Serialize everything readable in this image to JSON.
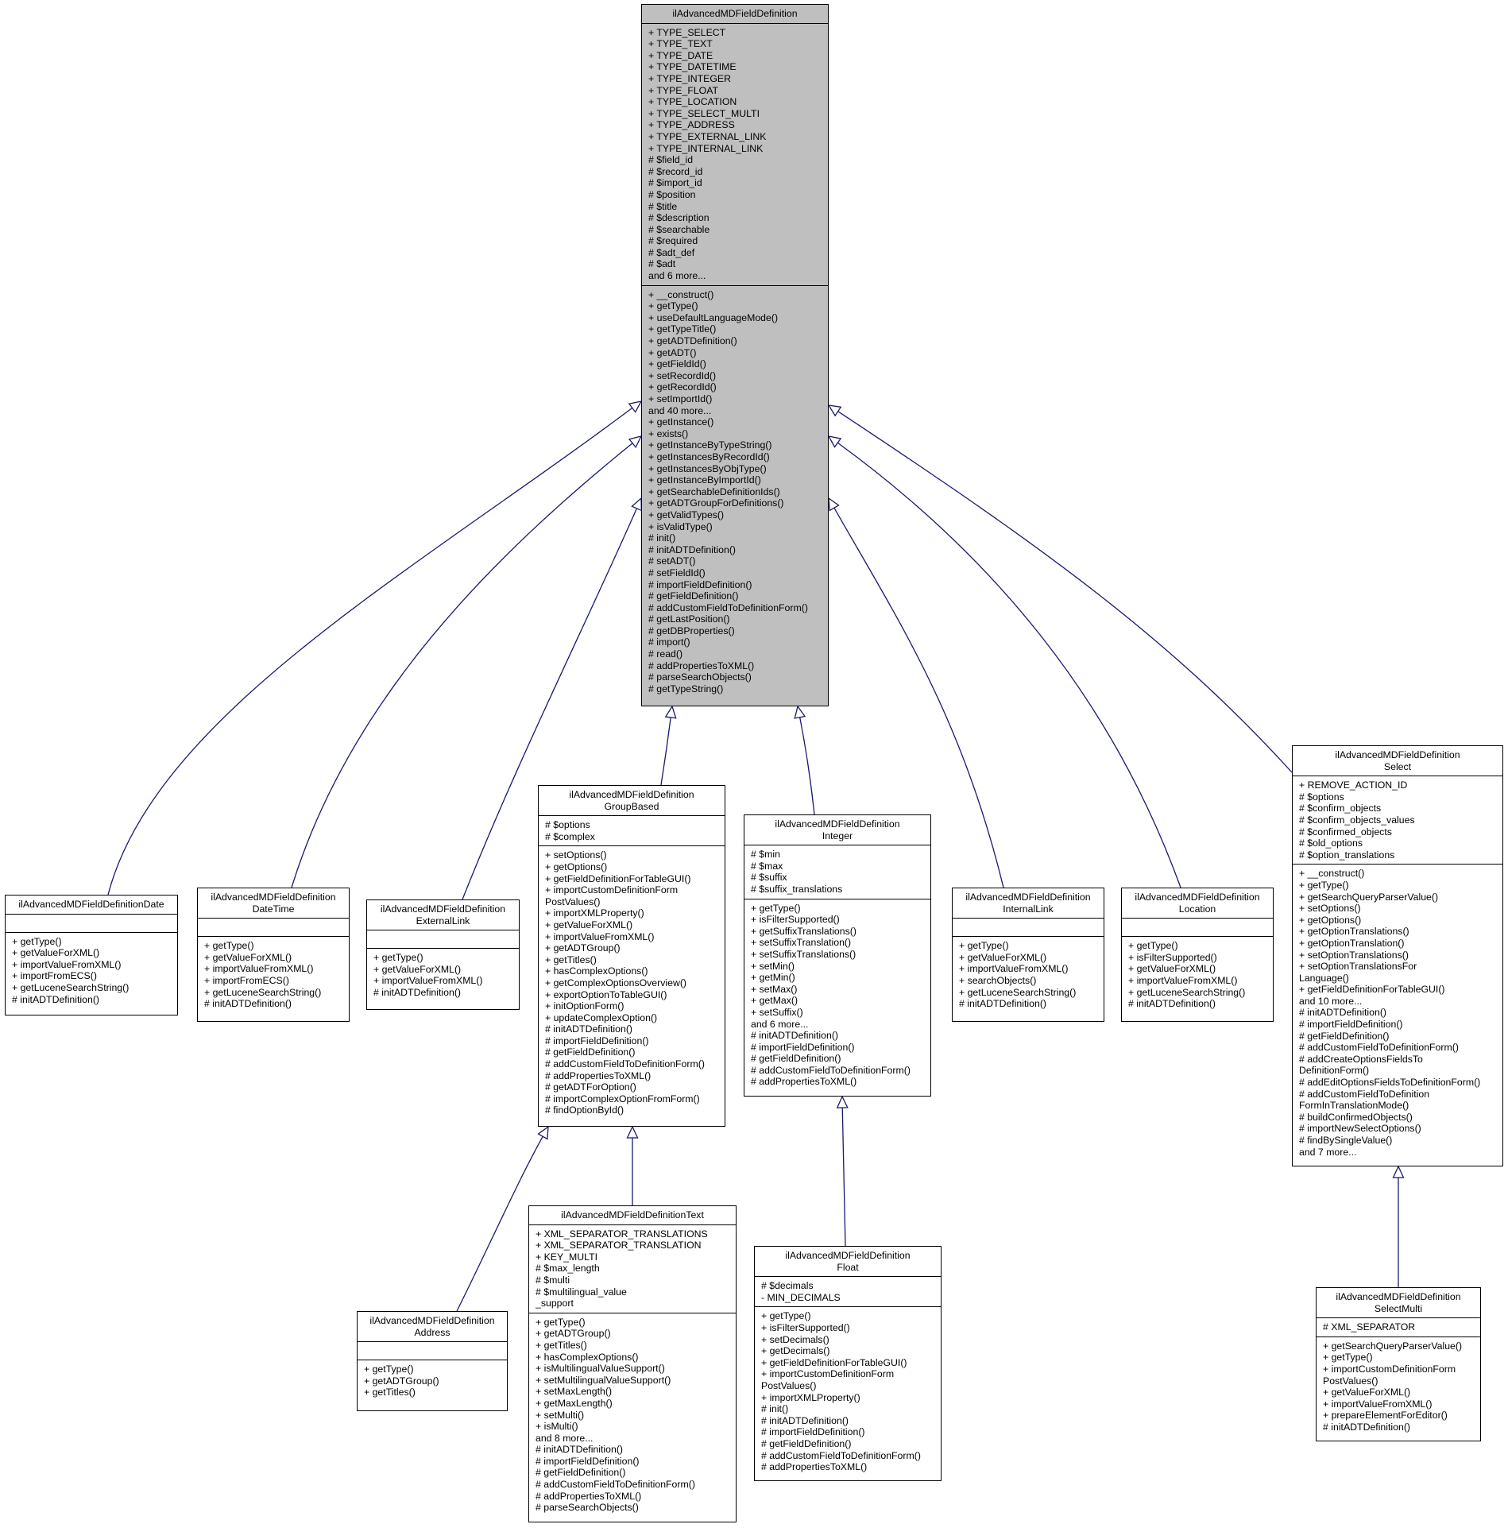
{
  "classes": [
    {
      "id": "base",
      "title": [
        "ilAdvancedMDFieldDefinition"
      ],
      "attributes": [
        "+ TYPE_SELECT",
        "+ TYPE_TEXT",
        "+ TYPE_DATE",
        "+ TYPE_DATETIME",
        "+ TYPE_INTEGER",
        "+ TYPE_FLOAT",
        "+ TYPE_LOCATION",
        "+ TYPE_SELECT_MULTI",
        "+ TYPE_ADDRESS",
        "+ TYPE_EXTERNAL_LINK",
        "+ TYPE_INTERNAL_LINK",
        "# $field_id",
        "# $record_id",
        "# $import_id",
        "# $position",
        "# $title",
        "# $description",
        "# $searchable",
        "# $required",
        "# $adt_def",
        "# $adt",
        "and 6 more..."
      ],
      "methods": [
        "+ __construct()",
        "+ getType()",
        "+ useDefaultLanguageMode()",
        "+ getTypeTitle()",
        "+ getADTDefinition()",
        "+ getADT()",
        "+ getFieldId()",
        "+ setRecordId()",
        "+ getRecordId()",
        "+ setImportId()",
        "and 40 more...",
        "+ getInstance()",
        "+ exists()",
        "+ getInstanceByTypeString()",
        "+ getInstancesByRecordId()",
        "+ getInstancesByObjType()",
        "+ getInstanceByImportId()",
        "+ getSearchableDefinitionIds()",
        "+ getADTGroupForDefinitions()",
        "+ getValidTypes()",
        "+ isValidType()",
        "# init()",
        "# initADTDefinition()",
        "# setADT()",
        "# setFieldId()",
        "# importFieldDefinition()",
        "# getFieldDefinition()",
        "# addCustomFieldToDefinitionForm()",
        "# getLastPosition()",
        "# getDBProperties()",
        "# import()",
        "# read()",
        "# addPropertiesToXML()",
        "# parseSearchObjects()",
        "# getTypeString()"
      ]
    },
    {
      "id": "date",
      "title": [
        "ilAdvancedMDFieldDefinitionDate"
      ],
      "attributes": [],
      "methods": [
        "+ getType()",
        "+ getValueForXML()",
        "+ importValueFromXML()",
        "+ importFromECS()",
        "+ getLuceneSearchString()",
        "# initADTDefinition()"
      ]
    },
    {
      "id": "datetime",
      "title": [
        "ilAdvancedMDFieldDefinition",
        "DateTime"
      ],
      "attributes": [],
      "methods": [
        "+ getType()",
        "+ getValueForXML()",
        "+ importValueFromXML()",
        "+ importFromECS()",
        "+ getLuceneSearchString()",
        "# initADTDefinition()"
      ]
    },
    {
      "id": "externallink",
      "title": [
        "ilAdvancedMDFieldDefinition",
        "ExternalLink"
      ],
      "attributes": [],
      "methods": [
        "+ getType()",
        "+ getValueForXML()",
        "+ importValueFromXML()",
        "# initADTDefinition()"
      ]
    },
    {
      "id": "groupbased",
      "title": [
        "ilAdvancedMDFieldDefinition",
        "GroupBased"
      ],
      "attributes": [
        "# $options",
        "# $complex"
      ],
      "methods": [
        "+ setOptions()",
        "+ getOptions()",
        "+ getFieldDefinitionForTableGUI()",
        "+ importCustomDefinitionForm",
        "PostValues()",
        "+ importXMLProperty()",
        "+ getValueForXML()",
        "+ importValueFromXML()",
        "+ getADTGroup()",
        "+ getTitles()",
        "+ hasComplexOptions()",
        "+ getComplexOptionsOverview()",
        "+ exportOptionToTableGUI()",
        "+ initOptionForm()",
        "+ updateComplexOption()",
        "# initADTDefinition()",
        "# importFieldDefinition()",
        "# getFieldDefinition()",
        "# addCustomFieldToDefinitionForm()",
        "# addPropertiesToXML()",
        "# getADTForOption()",
        "# importComplexOptionFromForm()",
        "# findOptionById()"
      ]
    },
    {
      "id": "integer",
      "title": [
        "ilAdvancedMDFieldDefinition",
        "Integer"
      ],
      "attributes": [
        "# $min",
        "# $max",
        "# $suffix",
        "# $suffix_translations"
      ],
      "methods": [
        "+ getType()",
        "+ isFilterSupported()",
        "+ getSuffixTranslations()",
        "+ setSuffixTranslation()",
        "+ setSuffixTranslations()",
        "+ setMin()",
        "+ getMin()",
        "+ setMax()",
        "+ getMax()",
        "+ setSuffix()",
        "and 6 more...",
        "# initADTDefinition()",
        "# importFieldDefinition()",
        "# getFieldDefinition()",
        "# addCustomFieldToDefinitionForm()",
        "# addPropertiesToXML()"
      ]
    },
    {
      "id": "internallink",
      "title": [
        "ilAdvancedMDFieldDefinition",
        "InternalLink"
      ],
      "attributes": [],
      "methods": [
        "+ getType()",
        "+ getValueForXML()",
        "+ importValueFromXML()",
        "+ searchObjects()",
        "+ getLuceneSearchString()",
        "# initADTDefinition()"
      ]
    },
    {
      "id": "location",
      "title": [
        "ilAdvancedMDFieldDefinition",
        "Location"
      ],
      "attributes": [],
      "methods": [
        "+ getType()",
        "+ isFilterSupported()",
        "+ getValueForXML()",
        "+ importValueFromXML()",
        "+ getLuceneSearchString()",
        "# initADTDefinition()"
      ]
    },
    {
      "id": "select",
      "title": [
        "ilAdvancedMDFieldDefinition",
        "Select"
      ],
      "attributes": [
        "+ REMOVE_ACTION_ID",
        "# $options",
        "# $confirm_objects",
        "# $confirm_objects_values",
        "# $confirmed_objects",
        "# $old_options",
        "# $option_translations"
      ],
      "methods": [
        "+ __construct()",
        "+ getType()",
        "+ getSearchQueryParserValue()",
        "+ setOptions()",
        "+ getOptions()",
        "+ getOptionTranslations()",
        "+ getOptionTranslation()",
        "+ setOptionTranslations()",
        "+ setOptionTranslationsFor",
        "Language()",
        "+ getFieldDefinitionForTableGUI()",
        "and 10 more...",
        "# initADTDefinition()",
        "# importFieldDefinition()",
        "# getFieldDefinition()",
        "# addCustomFieldToDefinitionForm()",
        "# addCreateOptionsFieldsTo",
        "DefinitionForm()",
        "# addEditOptionsFieldsToDefinitionForm()",
        "# addCustomFieldToDefinition",
        "FormInTranslationMode()",
        "# buildConfirmedObjects()",
        "# importNewSelectOptions()",
        "# findBySingleValue()",
        "and 7 more..."
      ]
    },
    {
      "id": "address",
      "title": [
        "ilAdvancedMDFieldDefinition",
        "Address"
      ],
      "attributes": [],
      "methods": [
        "+ getType()",
        "+ getADTGroup()",
        "+ getTitles()"
      ]
    },
    {
      "id": "text",
      "title": [
        "ilAdvancedMDFieldDefinitionText"
      ],
      "attributes": [
        "+ XML_SEPARATOR_TRANSLATIONS",
        "+ XML_SEPARATOR_TRANSLATION",
        "+ KEY_MULTI",
        "# $max_length",
        "# $multi",
        "# $multilingual_value",
        "_support"
      ],
      "methods": [
        "+ getType()",
        "+ getADTGroup()",
        "+ getTitles()",
        "+ hasComplexOptions()",
        "+ isMultilingualValueSupport()",
        "+ setMultilingualValueSupport()",
        "+ setMaxLength()",
        "+ getMaxLength()",
        "+ setMulti()",
        "+ isMulti()",
        "and 8 more...",
        "# initADTDefinition()",
        "# importFieldDefinition()",
        "# getFieldDefinition()",
        "# addCustomFieldToDefinitionForm()",
        "# addPropertiesToXML()",
        "# parseSearchObjects()"
      ]
    },
    {
      "id": "float",
      "title": [
        "ilAdvancedMDFieldDefinition",
        "Float"
      ],
      "attributes": [
        "# $decimals",
        "- MIN_DECIMALS"
      ],
      "methods": [
        "+ getType()",
        "+ isFilterSupported()",
        "+ setDecimals()",
        "+ getDecimals()",
        "+ getFieldDefinitionForTableGUI()",
        "+ importCustomDefinitionForm",
        "PostValues()",
        "+ importXMLProperty()",
        "# init()",
        "# initADTDefinition()",
        "# importFieldDefinition()",
        "# getFieldDefinition()",
        "# addCustomFieldToDefinitionForm()",
        "# addPropertiesToXML()"
      ]
    },
    {
      "id": "selectmulti",
      "title": [
        "ilAdvancedMDFieldDefinition",
        "SelectMulti"
      ],
      "attributes": [
        "# XML_SEPARATOR"
      ],
      "methods": [
        "+ getSearchQueryParserValue()",
        "+ getType()",
        "+ importCustomDefinitionForm",
        "PostValues()",
        "+ getValueForXML()",
        "+ importValueFromXML()",
        "+ prepareElementForEditor()",
        "# initADTDefinition()"
      ]
    }
  ],
  "edges": [
    {
      "from": "date",
      "to": "base"
    },
    {
      "from": "datetime",
      "to": "base"
    },
    {
      "from": "externallink",
      "to": "base"
    },
    {
      "from": "groupbased",
      "to": "base"
    },
    {
      "from": "integer",
      "to": "base"
    },
    {
      "from": "internallink",
      "to": "base"
    },
    {
      "from": "location",
      "to": "base"
    },
    {
      "from": "select",
      "to": "base"
    },
    {
      "from": "address",
      "to": "groupbased"
    },
    {
      "from": "text",
      "to": "groupbased"
    },
    {
      "from": "float",
      "to": "integer"
    },
    {
      "from": "selectmulti",
      "to": "select"
    }
  ],
  "colors": {
    "edge": "#191970",
    "base_fill": "#bfbfbf",
    "box_fill": "#ffffff",
    "border": "#000000"
  }
}
